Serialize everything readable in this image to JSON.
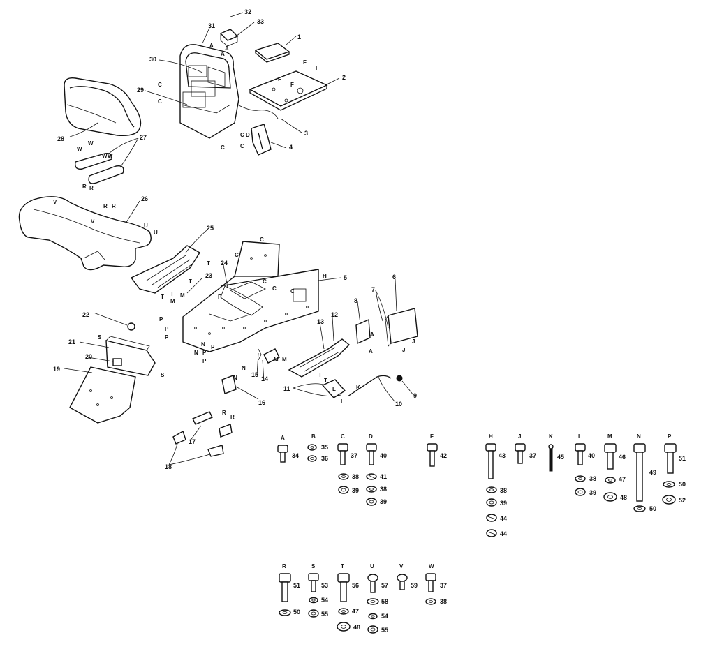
{
  "callouts": {
    "n1": "1",
    "n2": "2",
    "n3": "3",
    "n4": "4",
    "n5": "5",
    "n6": "6",
    "n7": "7",
    "n8": "8",
    "n9": "9",
    "n10": "10",
    "n11": "11",
    "n12": "12",
    "n13": "13",
    "n14": "14",
    "n15": "15",
    "n16": "16",
    "n17": "17",
    "n18": "18",
    "n19": "19",
    "n20": "20",
    "n21": "21",
    "n22": "22",
    "n23": "23",
    "n24": "24",
    "n25": "25",
    "n26": "26",
    "n27": "27",
    "n28": "28",
    "n29": "29",
    "n30": "30",
    "n31": "31",
    "n32": "32",
    "n33": "33"
  },
  "hardware": {
    "col_A": {
      "letter": "A",
      "parts": [
        "34"
      ]
    },
    "col_B": {
      "letter": "B",
      "parts": [
        "35",
        "36"
      ]
    },
    "col_C": {
      "letter": "C",
      "parts": [
        "37",
        "38",
        "39"
      ]
    },
    "col_D": {
      "letter": "D",
      "parts": [
        "40",
        "41",
        "38",
        "39"
      ]
    },
    "col_F": {
      "letter": "F",
      "parts": [
        "42"
      ]
    },
    "col_H": {
      "letter": "H",
      "parts": [
        "43",
        "38",
        "39",
        "44",
        "44"
      ]
    },
    "col_J": {
      "letter": "J",
      "parts": [
        "37"
      ]
    },
    "col_K": {
      "letter": "K",
      "parts": [
        "45"
      ]
    },
    "col_L": {
      "letter": "L",
      "parts": [
        "40",
        "38",
        "39"
      ]
    },
    "col_M": {
      "letter": "M",
      "parts": [
        "46",
        "47",
        "48"
      ]
    },
    "col_N": {
      "letter": "N",
      "parts": [
        "49",
        "50"
      ]
    },
    "col_P": {
      "letter": "P",
      "parts": [
        "51",
        "50",
        "52"
      ]
    },
    "col_R": {
      "letter": "R",
      "parts": [
        "51",
        "50"
      ]
    },
    "col_S": {
      "letter": "S",
      "parts": [
        "53",
        "54",
        "55"
      ]
    },
    "col_T": {
      "letter": "T",
      "parts": [
        "56",
        "47",
        "48"
      ]
    },
    "col_U": {
      "letter": "U",
      "parts": [
        "57",
        "58",
        "54",
        "55"
      ]
    },
    "col_V": {
      "letter": "V",
      "parts": [
        "59"
      ]
    },
    "col_W": {
      "letter": "W",
      "parts": [
        "37",
        "38"
      ]
    }
  },
  "letters": {
    "A": "A",
    "C": "C",
    "D": "D",
    "F": "F",
    "H": "H",
    "J": "J",
    "K": "K",
    "L": "L",
    "M": "M",
    "N": "N",
    "P": "P",
    "R": "R",
    "S": "S",
    "T": "T",
    "U": "U",
    "V": "V",
    "W": "W"
  }
}
